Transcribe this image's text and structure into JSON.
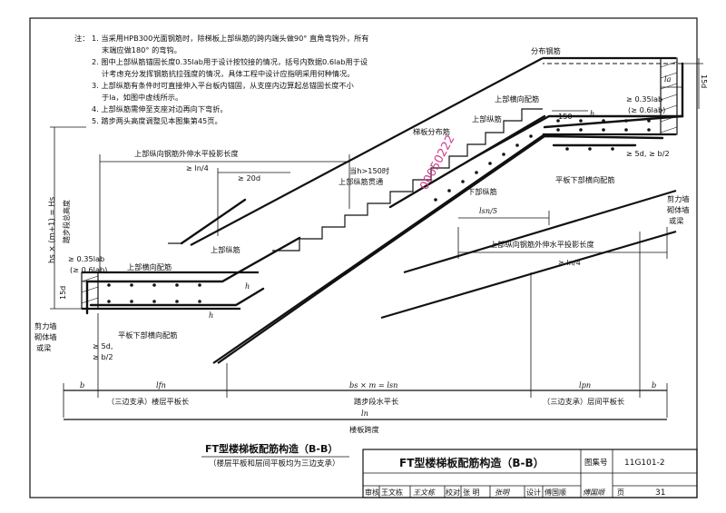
{
  "notes": {
    "header": "注：",
    "lines": [
      "1. 当采用HPB300光面钢筋时，除梯板上部纵筋的跨内端头做90° 直角弯钩外，所有",
      "末端应做180° 的弯钩。",
      "2. 图中上部纵筋锚固长度0.35lab用于设计按铰接的情况，括号内数据0.6lab用于设",
      "计考虑充分发挥钢筋抗拉强度的情况，具体工程中设计应指明采用何种情况。",
      "3. 上部纵筋有条件时可直接伸入平台板内锚固，从支座内边算起总锚固长度不小",
      "于la，如图中虚线所示。",
      "4. 上部纵筋需伸至支座对边再向下弯折。",
      "5. 踏步两头高度调整见本图集第45页。"
    ]
  },
  "labels": {
    "fenbu_top": "分布钢筋",
    "fifteen_d_right": "15d",
    "la_right": "la",
    "anchor_right_1": "≥ 0.35lab",
    "anchor_right_2": "(≥ 0.6lab)",
    "upper_transverse_right": "上部横向配筋",
    "upper_long_right": "上部纵筋",
    "dim_150": "150",
    "h_right": "h",
    "stair_dist": "梯板分布筋",
    "gt_5d_right": "≥ 5d, ≥ b/2",
    "h_gt_150": "当h>150时",
    "upper_bar_through": "上部纵筋贯通",
    "lower_long": "下部纵筋",
    "slab_lower_transverse_right": "平板下部横向配筋",
    "shear_wall_right_1": "剪力墙",
    "shear_wall_right_2": "砌体墙",
    "shear_wall_right_3": "或梁",
    "lsn_5": "lsn/5",
    "upper_proj_right": "上部纵向钢筋外伸水平投影长度",
    "ge_ln4_right": "≥ ln/4",
    "upper_proj_left": "上部纵向钢筋外伸水平投影长度",
    "ge_ln4_left": "≥ ln/4",
    "ge_20d": "≥ 20d",
    "height_label": "hs × (m+1) = Hs",
    "height_sub": "踏步段总高度",
    "anchor_left_1": "≥ 0.35lab",
    "anchor_left_2": "(≥ 0.6lab)",
    "upper_long_left": "上部纵筋",
    "upper_transverse_left": "上部横向配筋",
    "fifteen_d_left": "15d",
    "h_left": "h",
    "h_left2": "h",
    "shear_wall_left_1": "剪力墙",
    "shear_wall_left_2": "砌体墙",
    "shear_wall_left_3": "或梁",
    "gt_5d_left_1": "≥ 5d,",
    "gt_5d_left_2": "≥ b/2",
    "slab_lower_transverse_left": "平板下部横向配筋",
    "dim_b_left": "b",
    "dim_lfn": "lfn",
    "dim_bs": "bs × m = lsn",
    "dim_lpn": "lpn",
    "dim_b_right": "b",
    "floor_slab": "（三边支承）楼层平板长",
    "step_len": "踏步段水平长",
    "mid_slab": "（三边支承）层间平板长",
    "dim_ln": "ln",
    "stair_span": "楼板跨度",
    "watermark": "00050222"
  },
  "title_block": {
    "caption_title": "FT型楼梯板配筋构造（B-B）",
    "caption_sub": "（楼层平板和层间平板均为三边支承）",
    "main_title": "FT型楼梯板配筋构造（B-B）",
    "atlas_label": "图集号",
    "atlas_no": "11G101-2",
    "review": "审核",
    "reviewer": "王文栋",
    "reviewer_sig": "王文栋",
    "check": "校对",
    "checker": "张 明",
    "checker_sig": "张明",
    "design": "设计",
    "designer": "傅国顺",
    "designer_sig": "傅国顺",
    "page_label": "页",
    "page_no": "31"
  }
}
